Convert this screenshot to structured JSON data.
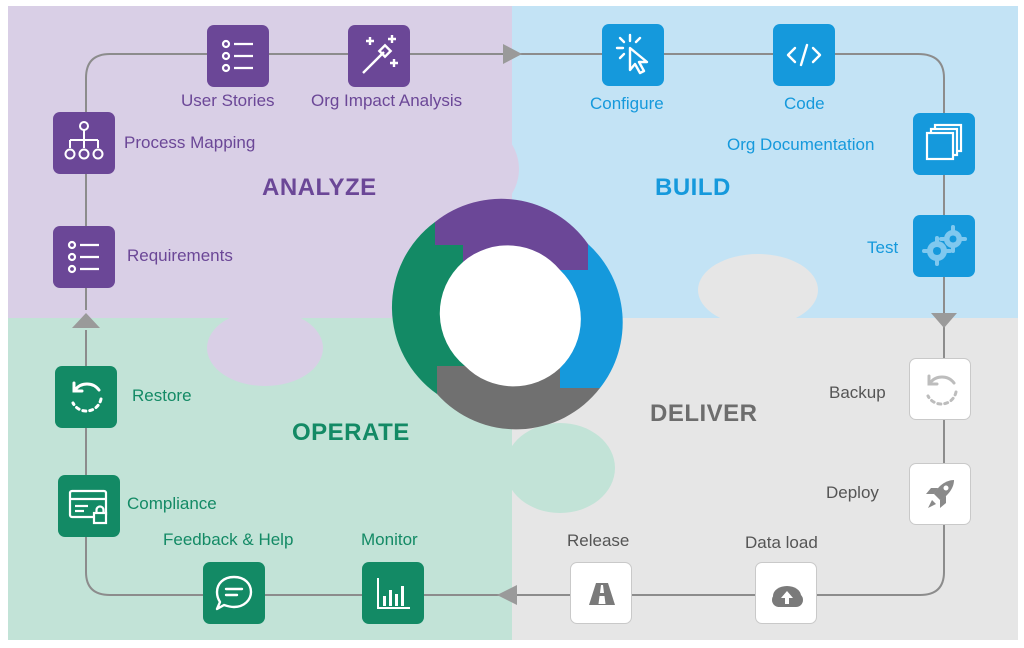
{
  "quadrants": {
    "analyze": "ANALYZE",
    "build": "BUILD",
    "operate": "OPERATE",
    "deliver": "DELIVER"
  },
  "steps": {
    "user_stories": "User  Stories",
    "org_impact": "Org Impact Analysis",
    "process_mapping": "Process Mapping",
    "requirements": "Requirements",
    "configure": "Configure",
    "code": "Code",
    "org_documentation": "Org Documentation",
    "test": "Test",
    "backup": "Backup",
    "deploy": "Deploy",
    "data_load": "Data load",
    "release": "Release",
    "monitor": "Monitor",
    "feedback": "Feedback & Help",
    "compliance": "Compliance",
    "restore": "Restore"
  },
  "colors": {
    "analyze_bg": "#d9cfe6",
    "build_bg": "#c3e3f5",
    "operate_bg": "#c2e3d7",
    "deliver_bg": "#e6e6e6",
    "analyze": "#6b4797",
    "build": "#1599dc",
    "operate": "#138a65",
    "deliver": "#707070"
  },
  "icons": {
    "user_stories": "list-icon",
    "org_impact": "magic-wand-icon",
    "process_mapping": "hierarchy-icon",
    "requirements": "list-icon",
    "configure": "cursor-click-icon",
    "code": "code-icon",
    "org_documentation": "documents-icon",
    "test": "gears-icon",
    "backup": "refresh-icon",
    "deploy": "rocket-icon",
    "data_load": "cloud-upload-icon",
    "release": "road-icon",
    "monitor": "bar-chart-icon",
    "feedback": "chat-icon",
    "compliance": "locked-card-icon",
    "restore": "refresh-icon"
  }
}
